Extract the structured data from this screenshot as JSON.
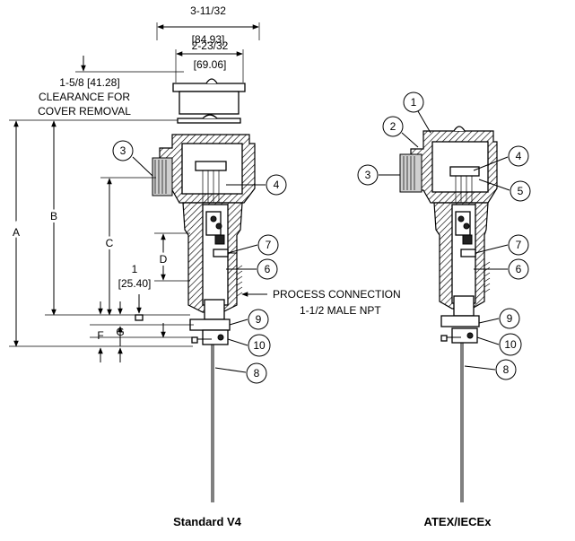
{
  "dimensions": {
    "overall_width": "3-11/32",
    "overall_width_metric": "[84.93]",
    "cover_width": "2-23/32",
    "cover_width_metric": "[69.06]",
    "clearance_value": "1-5/8 [41.28]",
    "clearance_line1": "CLEARANCE FOR",
    "clearance_line2": "COVER REMOVAL",
    "label_a": "A",
    "label_b": "B",
    "label_c": "C",
    "label_d": "D",
    "label_f": "F",
    "label_g": "G",
    "one_inch": "1",
    "one_inch_metric": "[25.40]",
    "process_line1": "PROCESS CONNECTION",
    "process_line2": "1-1/2 MALE NPT"
  },
  "standard_callouts": [
    "3",
    "4",
    "7",
    "6",
    "9",
    "10",
    "8"
  ],
  "atex_callouts": [
    "1",
    "2",
    "3",
    "4",
    "5",
    "7",
    "6",
    "9",
    "10",
    "8"
  ],
  "captions": {
    "standard": "Standard V4",
    "atex": "ATEX/IECEx"
  }
}
